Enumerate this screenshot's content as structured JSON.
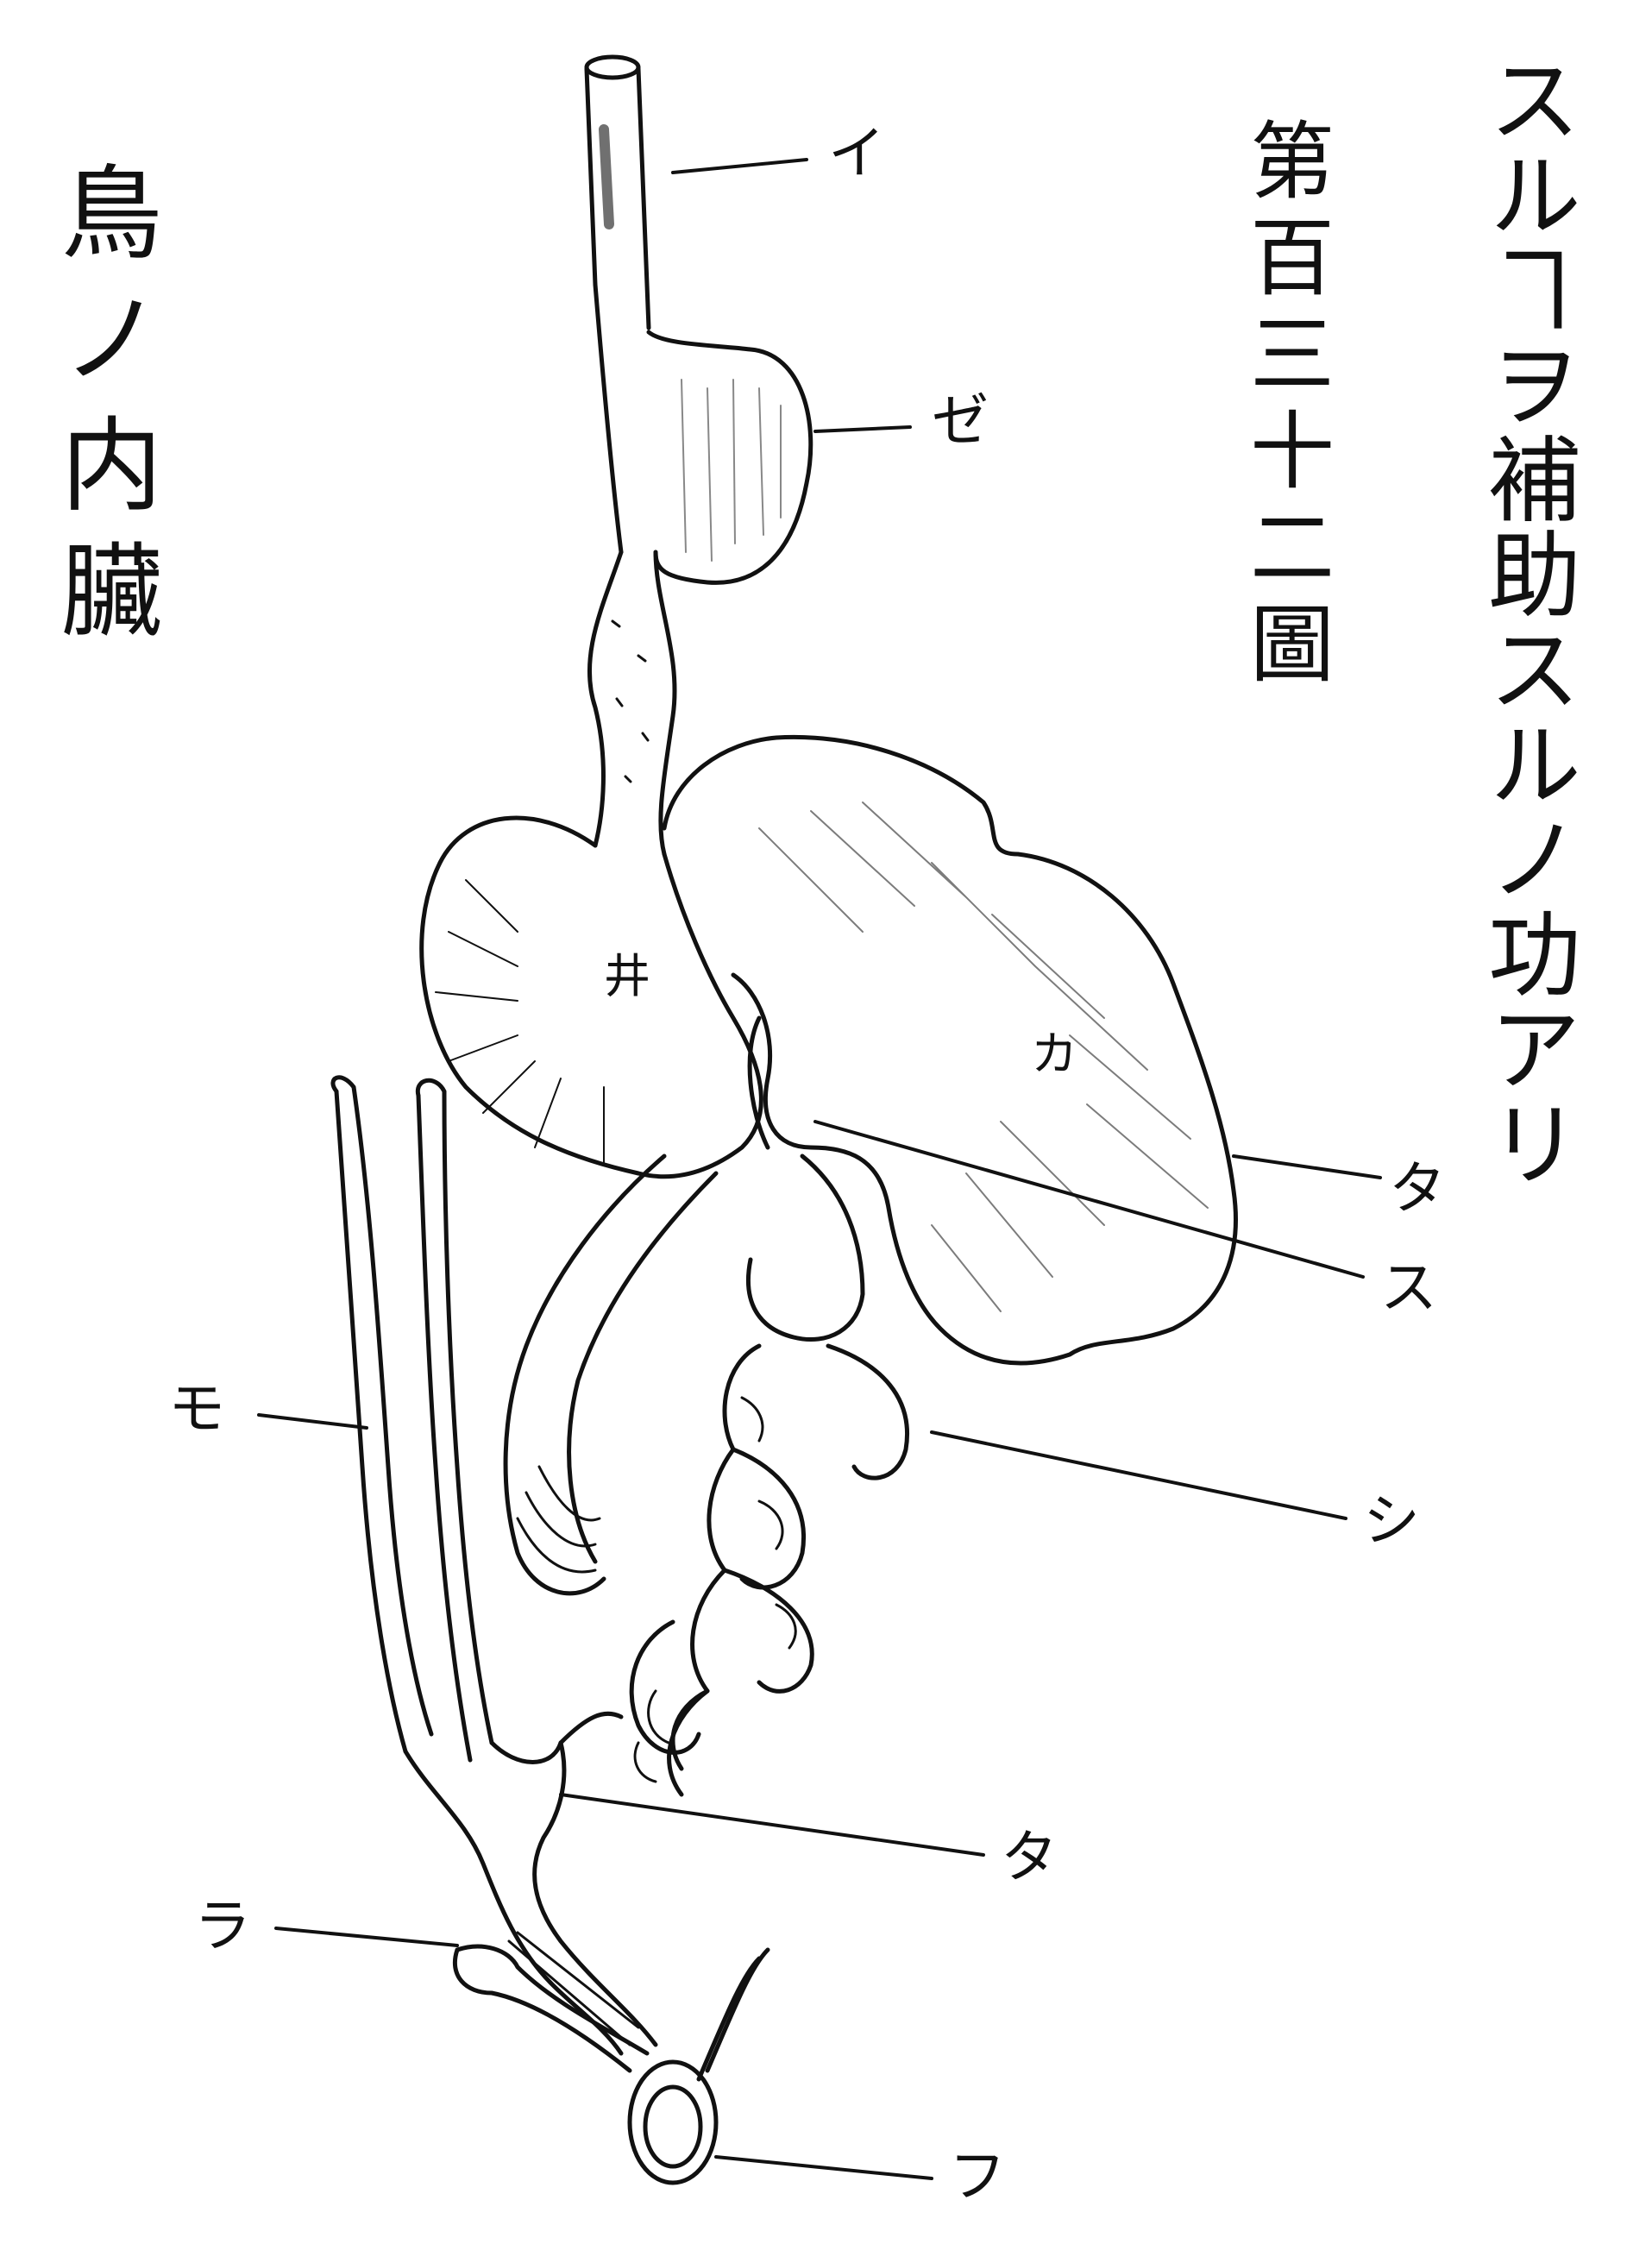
{
  "title": "鳥ノ内臟",
  "figure_number": "第百三十二圖",
  "caption": "スルヿヲ補助スルノ功アリ",
  "labels": {
    "i": "イ",
    "ze": "ゼ",
    "i_inner": "井",
    "ka": "カ",
    "ta_upper": "タ",
    "su": "ス",
    "shi": "シ",
    "mo": "モ",
    "ta_lower": "タ",
    "ra": "ラ",
    "fu": "フ"
  },
  "colors": {
    "ink": "#111111",
    "paper": "#ffffff"
  }
}
